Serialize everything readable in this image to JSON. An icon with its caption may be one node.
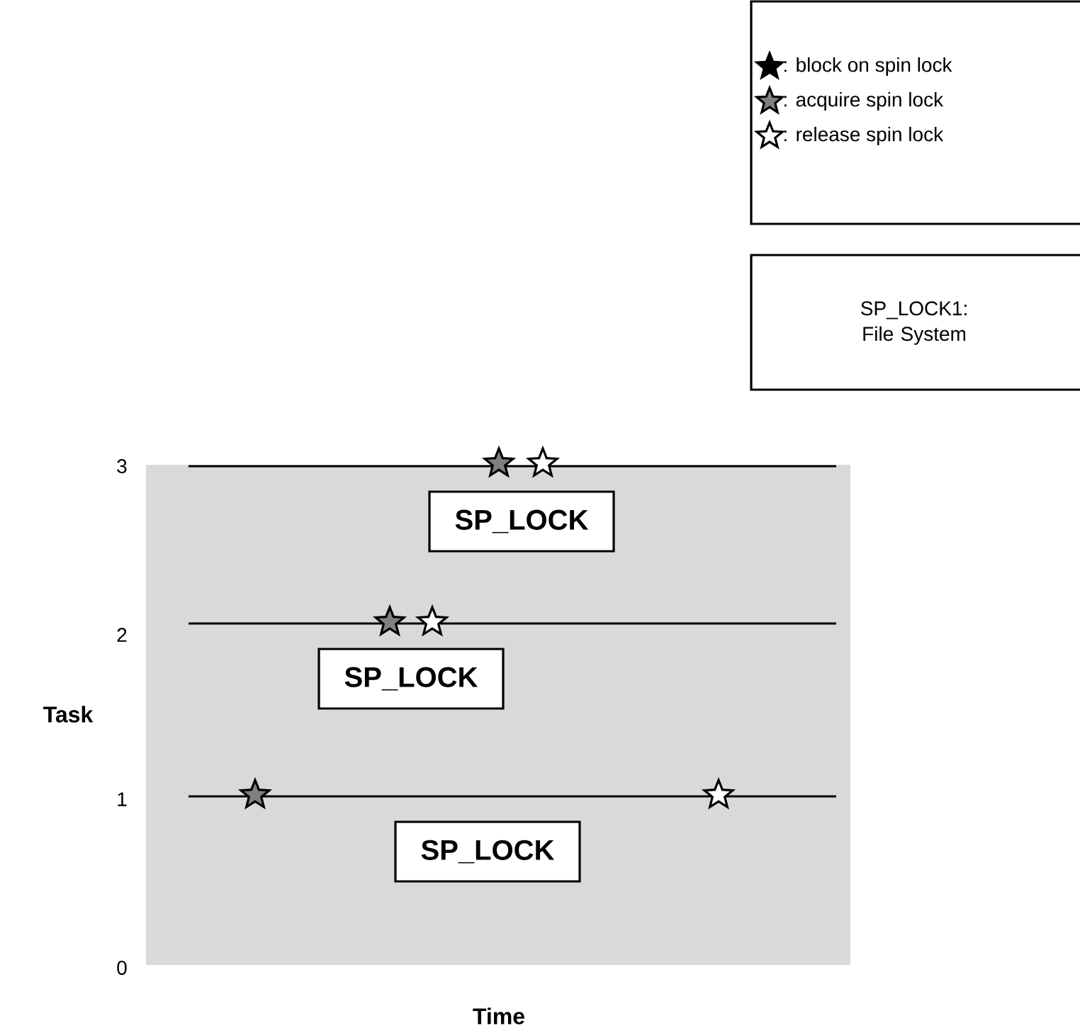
{
  "diagram": {
    "nodes": [
      {
        "text": [
          "SP_LOCK1:  File System"
        ]
      },
      {
        "text": [
          "SP_LOCK"
        ]
      },
      {
        "text": [
          "SP_LOCK"
        ]
      },
      {
        "text": [
          "SP_LOCK"
        ]
      }
    ],
    "labels": [
      "3",
      "2",
      "Task",
      "1",
      "0",
      "Time"
    ],
    "legend": [
      {
        "text": ":  block on spin lock"
      },
      {
        "text": ":  acquire spin lock"
      },
      {
        "text": ":  release spin lock"
      }
    ]
  }
}
